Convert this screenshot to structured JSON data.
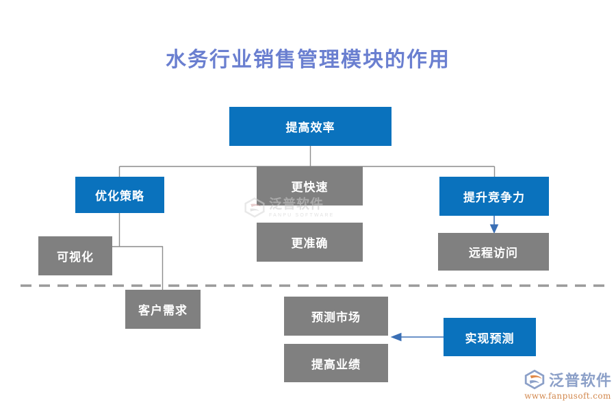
{
  "title": "水务行业销售管理模块的作用",
  "colors": {
    "title_text": "#6a7fd0",
    "blue_node": "#0a72bd",
    "gray_node": "#808080",
    "connector": "#8c8c8c",
    "arrow": "#3a6fb5",
    "divider": "#9a9a9a"
  },
  "nodes": {
    "root": {
      "label": "提高效率",
      "style": "blue"
    },
    "optimize_strategy": {
      "label": "优化策略",
      "style": "blue"
    },
    "faster": {
      "label": "更快速",
      "style": "gray"
    },
    "more_accurate": {
      "label": "更准确",
      "style": "gray"
    },
    "boost_competitiveness": {
      "label": "提升竞争力",
      "style": "blue"
    },
    "visualization": {
      "label": "可视化",
      "style": "gray"
    },
    "remote_access": {
      "label": "远程访问",
      "style": "gray"
    },
    "customer_demand": {
      "label": "客户需求",
      "style": "gray"
    },
    "forecast_market": {
      "label": "预测市场",
      "style": "gray"
    },
    "improve_performance": {
      "label": "提高业绩",
      "style": "gray"
    },
    "realize_forecast": {
      "label": "实现预测",
      "style": "blue"
    }
  },
  "watermark": {
    "cn": "泛普软件",
    "en": "FANPU SOFTWARE"
  },
  "logo": {
    "cn": "泛普软件",
    "url": "www.fanpusoft.com"
  }
}
